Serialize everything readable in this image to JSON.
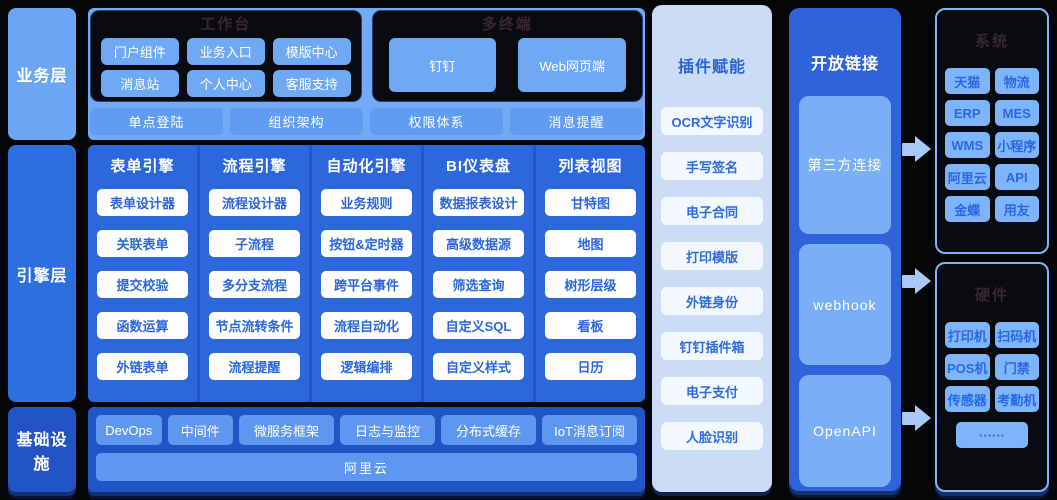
{
  "layers": {
    "business": "业务层",
    "engine": "引擎层",
    "infra": "基础设施"
  },
  "business": {
    "workbench": {
      "title": "工作台",
      "items": [
        "门户组件",
        "业务入口",
        "模版中心",
        "消息站",
        "个人中心",
        "客服支持"
      ]
    },
    "terminals": {
      "title": "多终端",
      "items": [
        "钉钉",
        "Web网页端"
      ]
    },
    "foundation_row": [
      "单点登陆",
      "组织架构",
      "权限体系",
      "消息提醒"
    ]
  },
  "engine": {
    "columns": [
      {
        "title": "表单引擎",
        "items": [
          "表单设计器",
          "关联表单",
          "提交校验",
          "函数运算",
          "外链表单"
        ]
      },
      {
        "title": "流程引擎",
        "items": [
          "流程设计器",
          "子流程",
          "多分支流程",
          "节点流转条件",
          "流程提醒"
        ]
      },
      {
        "title": "自动化引擎",
        "items": [
          "业务规则",
          "按钮&定时器",
          "跨平台事件",
          "流程自动化",
          "逻辑编排"
        ]
      },
      {
        "title": "BI仪表盘",
        "items": [
          "数据报表设计",
          "高级数据源",
          "筛选查询",
          "自定义SQL",
          "自定义样式"
        ]
      },
      {
        "title": "列表视图",
        "items": [
          "甘特图",
          "地图",
          "树形层级",
          "看板",
          "日历"
        ]
      }
    ]
  },
  "infra": {
    "items": [
      "DevOps",
      "中间件",
      "微服务框架",
      "日志与监控",
      "分布式缓存",
      "IoT消息订阅"
    ],
    "platform": "阿里云"
  },
  "plugins": {
    "title": "插件赋能",
    "items": [
      "OCR文字识别",
      "手写签名",
      "电子合同",
      "打印模版",
      "外链身份",
      "钉钉插件箱",
      "电子支付",
      "人脸识别"
    ]
  },
  "openlink": {
    "title": "开放链接",
    "items": [
      "第三方连接",
      "webhook",
      "OpenAPI"
    ]
  },
  "external": {
    "systems": {
      "title": "系统",
      "items": [
        "天猫",
        "物流",
        "ERP",
        "MES",
        "WMS",
        "小程序",
        "阿里云",
        "API",
        "金蝶",
        "用友"
      ]
    },
    "hardware": {
      "title": "硬件",
      "items": [
        "打印机",
        "扫码机",
        "POS机",
        "门禁",
        "传感器",
        "考勤机"
      ],
      "more": "······"
    }
  },
  "colors": {
    "engine_blue": "#2d67dc",
    "light_panel": "#cbdcf7",
    "dark_box": "#0a0b10",
    "item_blue": "#7db4fa",
    "infra_blue": "#2254c6"
  }
}
